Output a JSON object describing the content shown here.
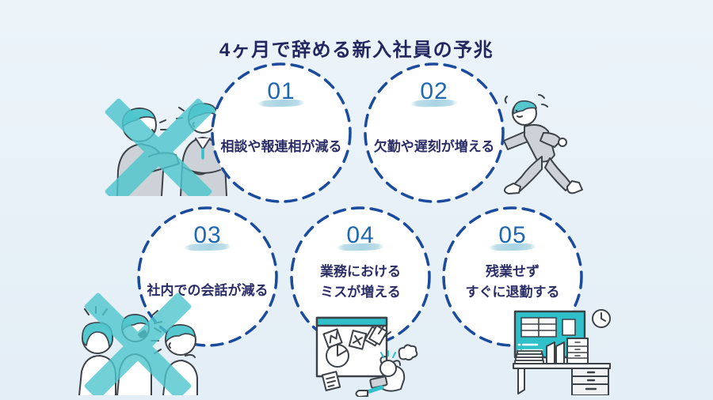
{
  "title": "4ヶ月で辞める新入社員の予兆",
  "signs": [
    {
      "number": "01",
      "lines": [
        "相談や報連相が減る"
      ]
    },
    {
      "number": "02",
      "lines": [
        "欠勤や遅刻が増える"
      ]
    },
    {
      "number": "03",
      "lines": [
        "社内での会話が減る"
      ]
    },
    {
      "number": "04",
      "lines": [
        "業務における",
        "ミスが増える"
      ]
    },
    {
      "number": "05",
      "lines": [
        "残業せず",
        "すぐに退勤する"
      ]
    }
  ],
  "illustrations": [
    {
      "name": "coworkers-conversation-crossed-illustration"
    },
    {
      "name": "employee-running-away-illustration"
    },
    {
      "name": "group-chat-crossed-illustration"
    },
    {
      "name": "work-mistakes-screen-illustration"
    },
    {
      "name": "leaving-on-time-desk-illustration"
    }
  ],
  "colors": {
    "background": "#e9f1f8",
    "title_text": "#23275f",
    "circle_border": "#1a4b9d",
    "circle_fill": "#ffffff",
    "number_text": "#1d67b3",
    "number_underline": "#b4dae7",
    "sign_text": "#2b2d66",
    "accent_teal_x": "#4fc6ce",
    "illustration_teal": "#2fc0c9",
    "illustration_hair_teal": "#54c7cf",
    "illustration_gray": "#cdd2d8",
    "illustration_outline": "#3d4249"
  }
}
